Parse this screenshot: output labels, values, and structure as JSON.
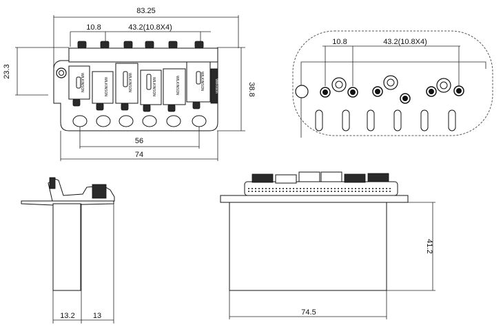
{
  "front_view": {
    "dim_overall_width": "83.25",
    "dim_first_spacing": "10.8",
    "dim_string_spacing": "43.2(10.8X4)",
    "dim_plate_height": "23.3",
    "dim_total_height": "38.8",
    "dim_screw_spacing": "56",
    "dim_plate_width": "74",
    "saddle_marking": "WILKINSON",
    "plate_logo": "Wilkinson"
  },
  "detail_view": {
    "dim_first_spacing": "10.8",
    "dim_string_spacing": "43.2(10.8X4)"
  },
  "side_view": {
    "dim_block_thickness": "13.2",
    "dim_offset": "13"
  },
  "rear_view": {
    "dim_block_height": "41.2",
    "dim_block_width": "74.5"
  }
}
